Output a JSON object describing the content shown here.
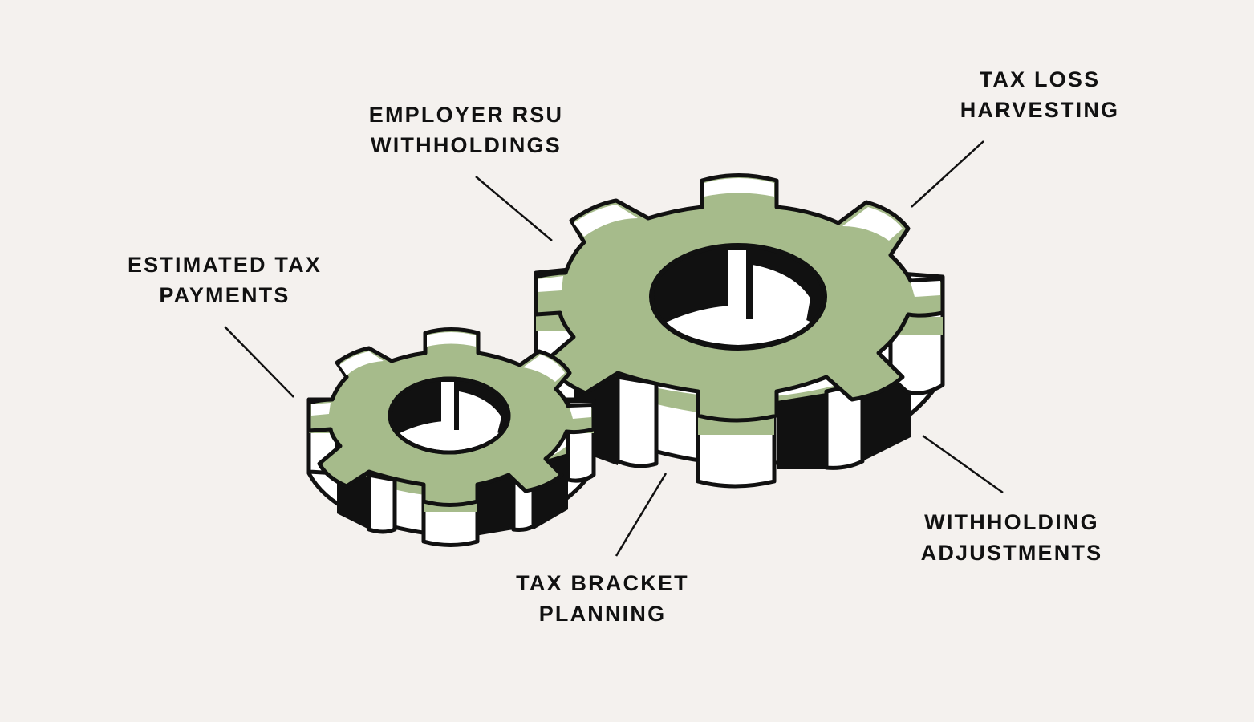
{
  "labels": {
    "estimated_tax": {
      "line1": "ESTIMATED TAX",
      "line2": "PAYMENTS"
    },
    "employer_rsu": {
      "line1": "EMPLOYER RSU",
      "line2": "WITHHOLDINGS"
    },
    "tax_loss": {
      "line1": "TAX LOSS",
      "line2": "HARVESTING"
    },
    "withholding_adjustments": {
      "line1": "WITHHOLDING",
      "line2": "ADJUSTMENTS"
    },
    "tax_bracket": {
      "line1": "TAX BRACKET",
      "line2": "PLANNING"
    }
  },
  "colors": {
    "background": "#f4f1ee",
    "gear_face": "#a6bb8b",
    "outline": "#111111",
    "highlight": "#ffffff",
    "shadow": "#111111"
  },
  "icons": {
    "large_gear": "large-gear-icon",
    "small_gear": "small-gear-icon"
  }
}
